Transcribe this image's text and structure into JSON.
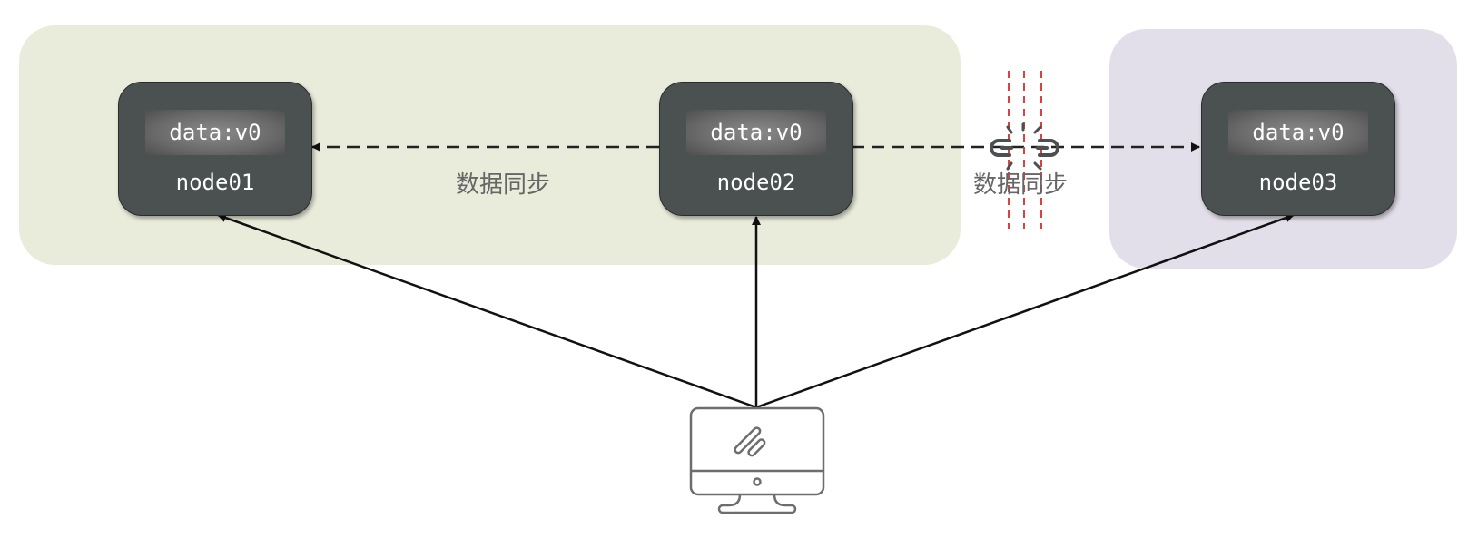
{
  "diagram": {
    "regions": [
      {
        "id": "region-a",
        "color": "#e9ecdb",
        "contains": [
          "node01",
          "node02"
        ]
      },
      {
        "id": "region-b",
        "color": "#e3dfea",
        "contains": [
          "node03"
        ]
      }
    ],
    "nodes": [
      {
        "name": "node01",
        "data": "data:v0"
      },
      {
        "name": "node02",
        "data": "data:v0"
      },
      {
        "name": "node03",
        "data": "data:v0"
      }
    ],
    "sync_links": [
      {
        "from": "node02",
        "to": "node01",
        "label": "数据同步",
        "style": "dashed",
        "broken": false
      },
      {
        "from": "node02",
        "to": "node03",
        "label": "数据同步",
        "style": "dashed",
        "broken": true
      }
    ],
    "client": {
      "icon": "desktop-computer-icon",
      "connects_to": [
        "node01",
        "node02",
        "node03"
      ]
    },
    "partition_color": "#d9423f",
    "node_color": "#4b5050"
  }
}
